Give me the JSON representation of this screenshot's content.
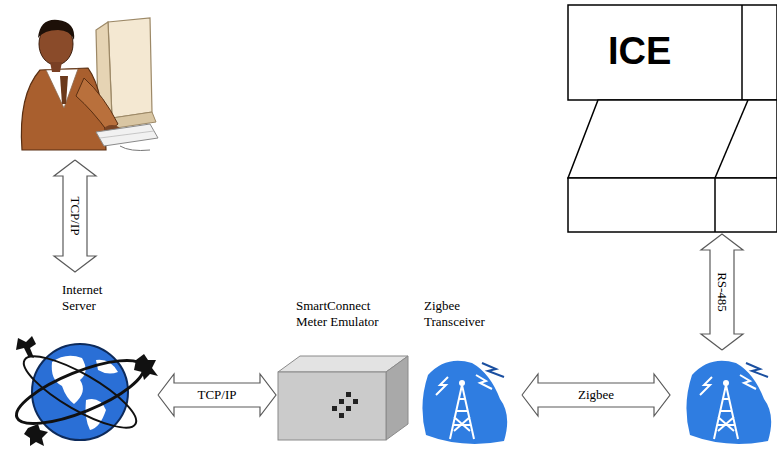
{
  "diagram": {
    "nodes": [
      {
        "text": []
      },
      {
        "text": [
          "ICE"
        ]
      },
      {
        "text": [
          "Internet Server"
        ]
      },
      {
        "text": [
          "SmartConnect Meter Emulator"
        ]
      },
      {
        "text": [
          "Zigbee Transceiver"
        ]
      },
      {
        "text": []
      }
    ],
    "edges": [
      {
        "from": 0,
        "to": 2,
        "arrow": "both",
        "label": "TCP/IP"
      },
      {
        "from": 2,
        "to": 3,
        "arrow": "both",
        "label": "TCP/IP"
      },
      {
        "from": 4,
        "to": 5,
        "arrow": "both",
        "label": "Zigbee"
      },
      {
        "from": 5,
        "to": 1,
        "arrow": "both",
        "label": "RS-485"
      }
    ]
  }
}
